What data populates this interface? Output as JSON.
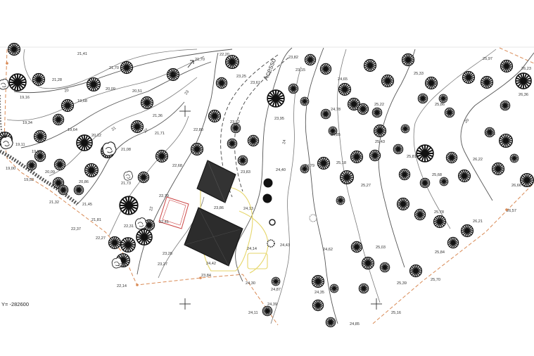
{
  "map": {
    "access_label": "Acesso",
    "y_coordinate_label": "Y= -282600",
    "contour_labels": [
      "20",
      "21",
      "22",
      "23",
      "24",
      "22",
      "20"
    ],
    "elevations": [
      "21,41",
      "21,28",
      "19,16",
      "19,68",
      "20,09",
      "21,70",
      "20,51",
      "21,18",
      "21,70",
      "22,20",
      "23,25",
      "23,61",
      "23,82",
      "23,15",
      "24,65",
      "25,22",
      "25,33",
      "25,97",
      "26,23",
      "26,36",
      "19,34",
      "19,64",
      "20,12",
      "21,08",
      "21,36",
      "21,71",
      "22,80",
      "23,52",
      "23,95",
      "24,78",
      "24,85",
      "25,43",
      "25,86",
      "26,23",
      "19,11",
      "19,55",
      "20,09",
      "19,00",
      "19,52",
      "20,86",
      "21,73",
      "22,68",
      "23,83",
      "24,40",
      "24,79",
      "25,18",
      "25,27",
      "25,81",
      "25,68",
      "26,22",
      "26,66",
      "21,32",
      "21,45",
      "21,81",
      "22,37",
      "22,27",
      "22,31",
      "22,79",
      "22,41",
      "23,86",
      "24,13",
      "24,14",
      "24,43",
      "24,62",
      "25,03",
      "25,78",
      "26,21",
      "26,57",
      "25,84",
      "23,28",
      "23,27",
      "24,42",
      "23,84",
      "22,31",
      "22,14",
      "24,30",
      "24,87",
      "24,39",
      "24,35",
      "24,11",
      "24,85",
      "25,16",
      "25,39",
      "25,70"
    ]
  }
}
